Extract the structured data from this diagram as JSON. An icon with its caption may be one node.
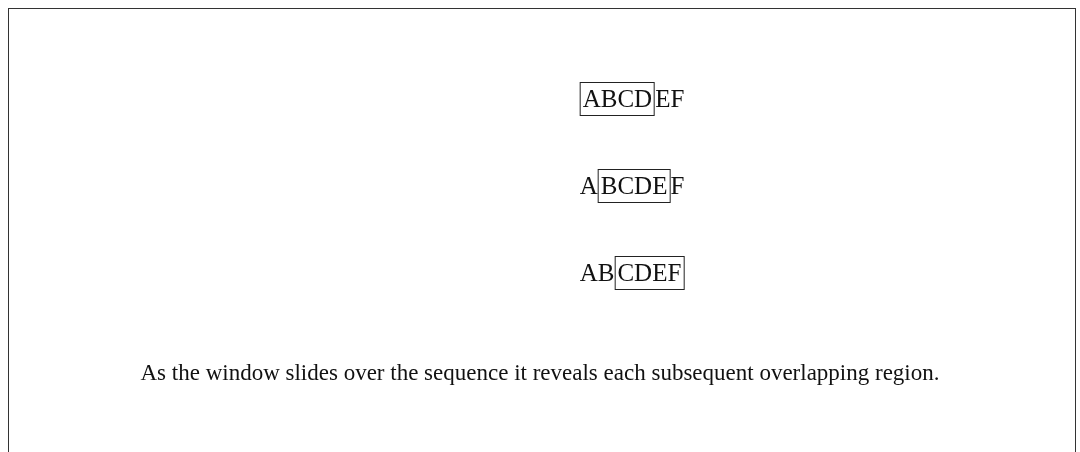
{
  "diagram": {
    "caption": "As the window slides over the sequence it reveals each subsequent overlapping region.",
    "nodes": [
      {
        "text": [
          "ABCD"
        ]
      },
      {
        "text": [
          "BCDE"
        ]
      },
      {
        "text": [
          "CDEF"
        ]
      }
    ],
    "labels": [
      "EF",
      "A",
      "F",
      "AB"
    ]
  }
}
